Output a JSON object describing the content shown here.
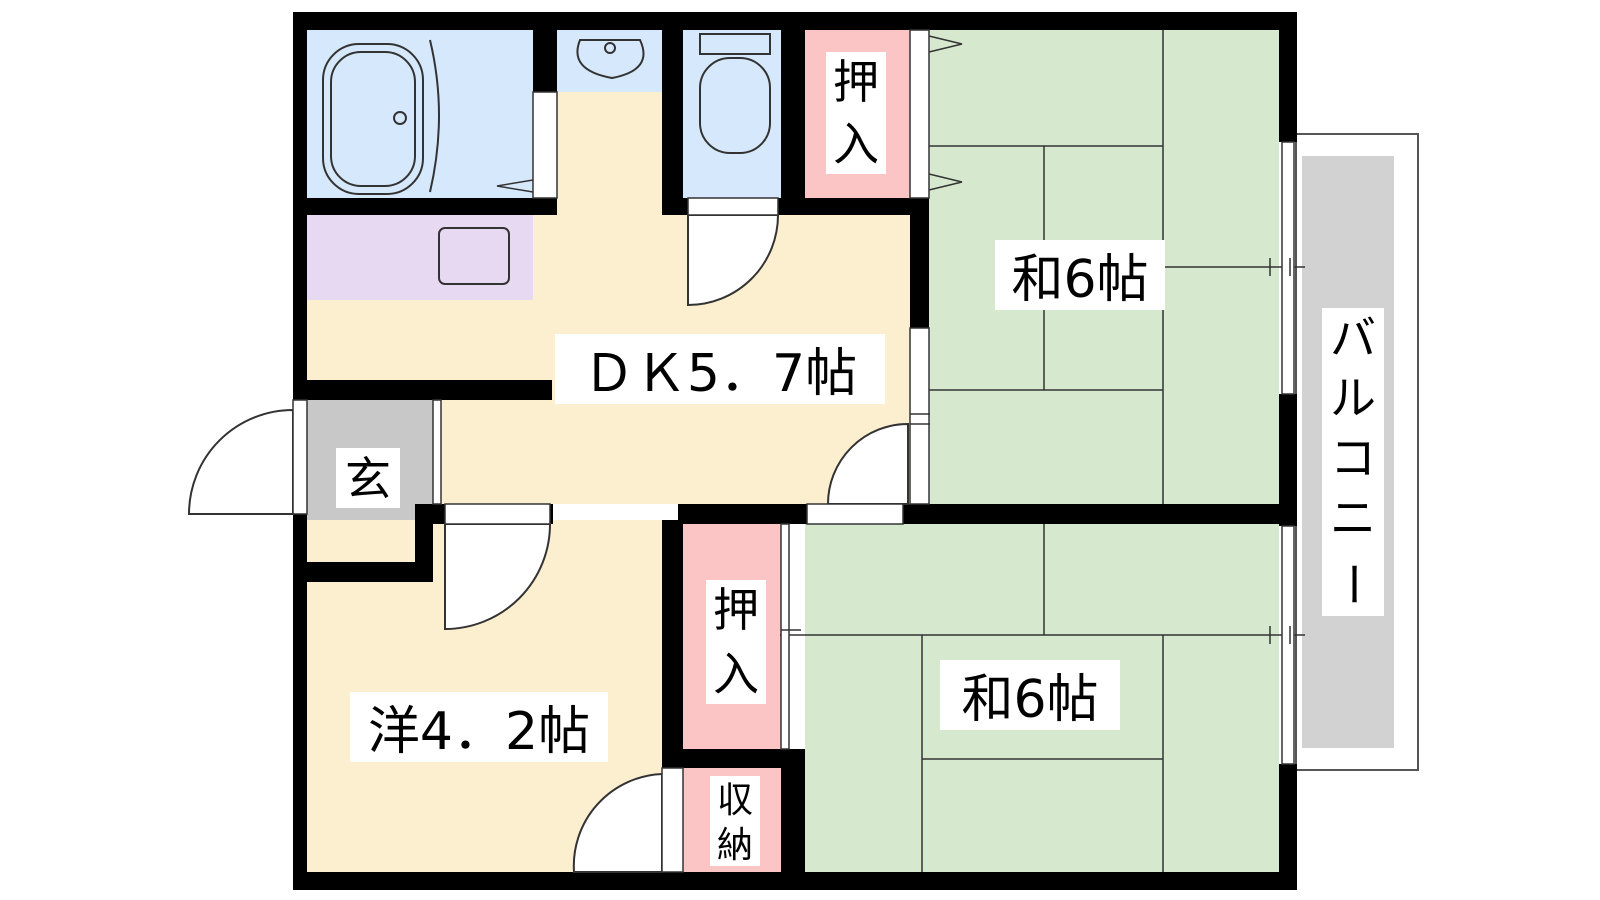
{
  "rooms": {
    "japanese_upper": {
      "label": "和6帖"
    },
    "dk": {
      "label": "ＤＫ5．7帖"
    },
    "japanese_lower": {
      "label": "和6帖"
    },
    "western": {
      "label": "洋4．2帖"
    },
    "oshiire_upper": {
      "label_chars": [
        "押",
        "入"
      ]
    },
    "oshiire_lower": {
      "label_chars": [
        "押",
        "入"
      ]
    },
    "storage": {
      "label_chars": [
        "収",
        "納"
      ]
    },
    "genkan": {
      "label": "玄"
    },
    "balcony": {
      "label_chars": [
        "バ",
        "ル",
        "コ",
        "ニ",
        "ー"
      ]
    }
  },
  "colors": {
    "wall": "#000000",
    "tatami": "#d6e9cf",
    "wood_floor": "#fcefcf",
    "wet_area": "#d6e8fb",
    "closet": "#fbc5c5",
    "kitchen": "#e8d9f2",
    "genkan": "#c8c8c8",
    "balcony": "#d2d2d2"
  }
}
